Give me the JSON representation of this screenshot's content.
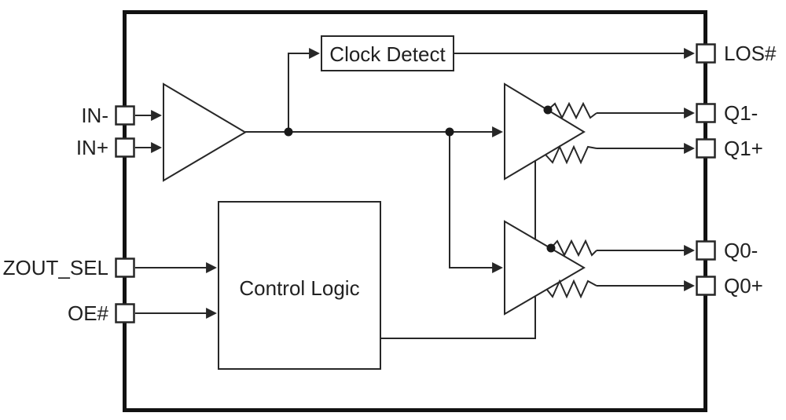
{
  "diagram": {
    "type": "functional-block-diagram"
  },
  "blocks": {
    "clock_detect": {
      "label": "Clock Detect"
    },
    "control_logic": {
      "label": "Control Logic"
    }
  },
  "pins": {
    "left": [
      {
        "id": "in-minus",
        "label": "IN-"
      },
      {
        "id": "in-plus",
        "label": "IN+"
      },
      {
        "id": "zout-sel",
        "label": "ZOUT_SEL"
      },
      {
        "id": "oe",
        "label": "OE#"
      }
    ],
    "right": [
      {
        "id": "los",
        "label": "LOS#"
      },
      {
        "id": "q1-minus",
        "label": "Q1-"
      },
      {
        "id": "q1-plus",
        "label": "Q1+"
      },
      {
        "id": "q0-minus",
        "label": "Q0-"
      },
      {
        "id": "q0-plus",
        "label": "Q0+"
      }
    ]
  },
  "colors": {
    "background": "#ffffff",
    "line": "#272727",
    "chip_border": "#121212",
    "text": "#212121"
  }
}
